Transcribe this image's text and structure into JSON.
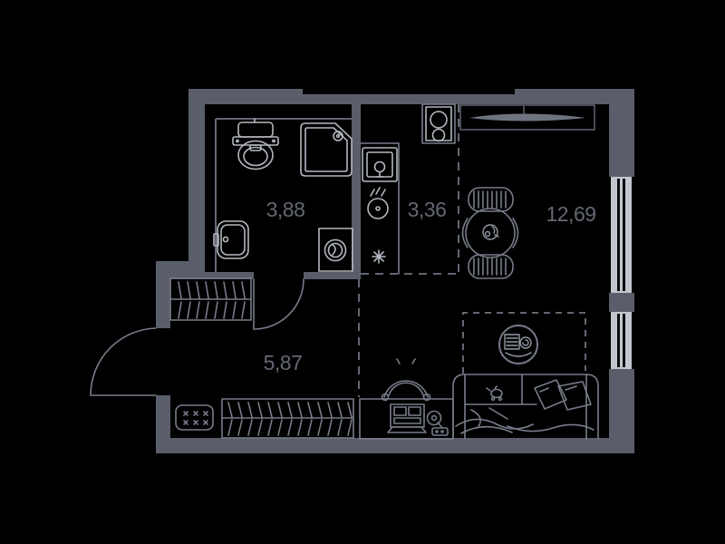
{
  "floorplan": {
    "background": "#000000",
    "colors": {
      "wall": "#5a5e6a",
      "furniture_line": "#777c89",
      "fixture_line": "#b3b7c0",
      "label_text": "#636873",
      "window_fill": "#c3c6cd"
    },
    "rooms": {
      "bathroom": {
        "area": "3,88",
        "fixtures": [
          "toilet",
          "shower",
          "sink",
          "washing-machine"
        ]
      },
      "kitchen": {
        "area": "3,36",
        "fixtures": [
          "hob-2-burner",
          "kitchen-sink",
          "gas-stove",
          "fridge-position-asterisk"
        ]
      },
      "living": {
        "area": "12,69",
        "furniture": [
          "dining-table",
          "chair",
          "chair",
          "sleeping-place-circle",
          "sofa-bed",
          "pillows",
          "desk",
          "desk-chair",
          "laptop",
          "desk-lamp",
          "radiator-windowsill"
        ]
      },
      "hallway": {
        "area": "5,87",
        "furniture": [
          "wardrobe-hangers",
          "wardrobe-hangers-long",
          "shoe-cabinet",
          "entrance-door",
          "bathroom-door"
        ]
      }
    },
    "windows": [
      "window-right-1",
      "window-right-2",
      "window-top"
    ]
  }
}
